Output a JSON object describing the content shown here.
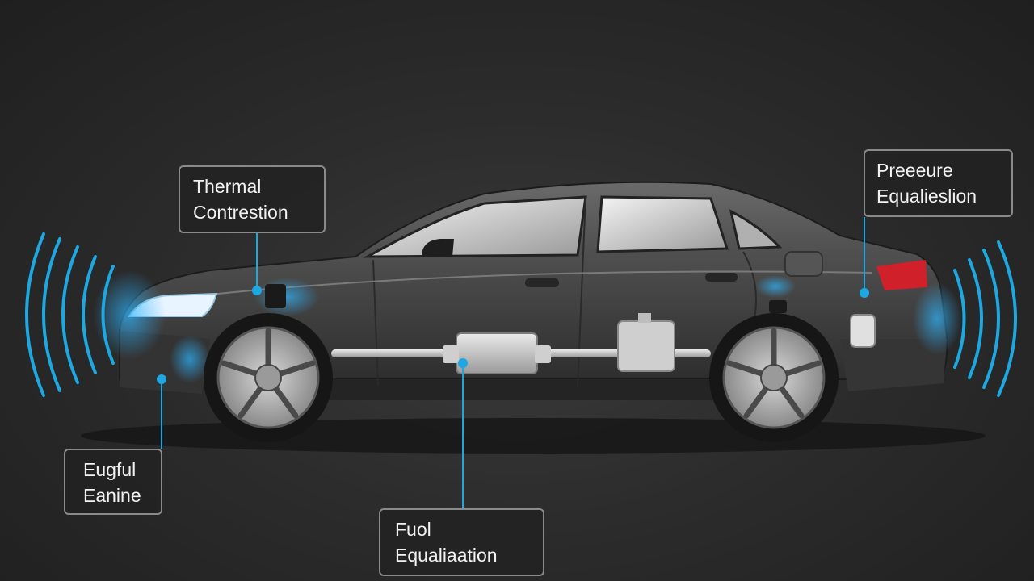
{
  "callouts": {
    "thermal": {
      "line1": "Thermal",
      "line2": "Contrestion"
    },
    "pressure": {
      "line1": "Preeeure",
      "line2": "Equalieslion"
    },
    "engine": {
      "line1": "Eugful",
      "line2": "Eanine"
    },
    "fuel": {
      "line1": "Fuol",
      "line2": "Equaliaation"
    }
  },
  "colors": {
    "background": "#2a2a2a",
    "car_body": "#4a4a4a",
    "accent": "#1ea7e0",
    "callout_border": "#8a8a8a",
    "tail_light": "#d0202a"
  },
  "icons": [
    "sensor-wave-icon",
    "connector-dot-icon"
  ]
}
